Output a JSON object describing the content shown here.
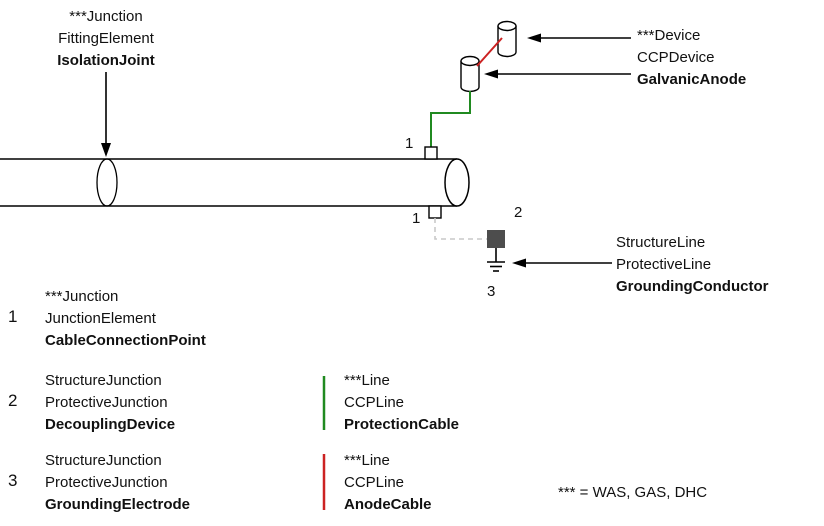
{
  "colors": {
    "protection_cable": "#208a20",
    "anode_cable": "#cc2222",
    "structure_line": "#c9c9c9",
    "decoupling_fill": "#4d4d4d"
  },
  "callouts": {
    "isolation_joint": {
      "line1": "***Junction",
      "line2": "FittingElement",
      "line3": "IsolationJoint"
    },
    "galvanic_anode": {
      "line1": "***Device",
      "line2": "CCPDevice",
      "line3": "GalvanicAnode"
    },
    "grounding_conductor": {
      "line1": "StructureLine",
      "line2": "ProtectiveLine",
      "line3": "GroundingConductor"
    }
  },
  "markers": {
    "top_connection": "1",
    "bottom_connection": "1",
    "decoupling": "2",
    "grounding": "3"
  },
  "legend": {
    "items": [
      {
        "num": "1",
        "line1": "***Junction",
        "line2": "JunctionElement",
        "line3": "CableConnectionPoint"
      },
      {
        "num": "2",
        "line1": "StructureJunction",
        "line2": "ProtectiveJunction",
        "line3": "DecouplingDevice"
      },
      {
        "num": "3",
        "line1": "StructureJunction",
        "line2": "ProtectiveJunction",
        "line3": "GroundingElectrode"
      }
    ],
    "cables": [
      {
        "line1": "***Line",
        "line2": "CCPLine",
        "line3": "ProtectionCable"
      },
      {
        "line1": "***Line",
        "line2": "CCPLine",
        "line3": "AnodeCable"
      }
    ],
    "footnote": "*** = WAS, GAS, DHC"
  }
}
